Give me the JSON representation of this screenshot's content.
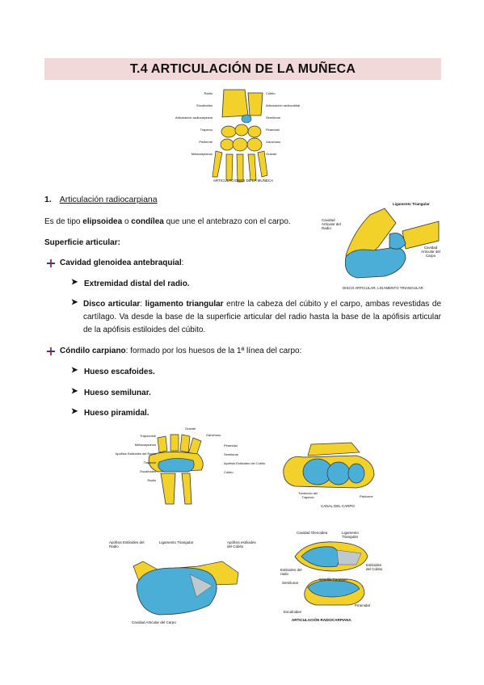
{
  "title": "T.4 ARTICULACIÓN DE LA MUÑECA",
  "figures": {
    "fig1": {
      "caption": "ARTICULACIONES DE LA MUÑECA",
      "labels_left": [
        "Radio",
        "Escafoides",
        "Articulación radiocarpiana",
        "Trapecio",
        "Pisiforme",
        "Metacarpianos"
      ],
      "labels_right": [
        "Cúbito",
        "Articulación radiocubital",
        "Semilunar",
        "Piramidal",
        "Ganchoso",
        "Grande"
      ]
    },
    "fig2": {
      "caption": "DISCO ARTICULAR, LIGAMENTO TRIANGULAR",
      "label_top": "Ligamento Triangular",
      "label_left": "Cavidad Articular del Radio",
      "label_right": "Cavidad Articular del Carpo"
    },
    "fig3": {
      "labels_left": [
        "Trapezoide",
        "Metacarpianos",
        "Apófisis Estiloides del Radio",
        "Trapecio",
        "Escafoides",
        "Radio"
      ],
      "labels_top": [
        "Grande",
        "Ganchoso"
      ],
      "labels_right": [
        "Piramidal",
        "Semilunar",
        "Apófisis Estiloides del Cúbito",
        "Cúbito"
      ]
    },
    "fig4": {
      "caption": "CANAL DEL CARPO",
      "label_left": "Tubérculo del Trapecio",
      "label_right": "Pisiforme"
    },
    "fig5": {
      "label_tl": "Apófisis Estiloides del Radio",
      "label_tc": "Ligamento Triangular",
      "label_tr": "Apófisis estiloides del Cúbito",
      "label_bottom": "Cavidad Articular del Carpo"
    },
    "fig6": {
      "caption": "ARTICULACIÓN RADIOCARPIANA",
      "label_top1": "Cavidad Glenoidea",
      "label_top2": "Ligamento Triangular",
      "label_left1": "Estiloides del radio",
      "label_right1": "Estiloides del Cúbito",
      "label_left2": "Semilunar",
      "label_center": "Cóndilo Carpiano",
      "label_right2": "Piramidal",
      "label_bl": "Escafoides"
    }
  },
  "section1": {
    "number": "1.",
    "heading": "Articulación radiocarpiana"
  },
  "intro": {
    "pre": "Es de tipo ",
    "b1": "elipsoidea",
    "mid": " o ",
    "b2": "condílea",
    "post": " que une el antebrazo con el carpo."
  },
  "superficie": "Superficie articular:",
  "cavidad": {
    "label": "Cavidad glenoidea antebraquial",
    "colon": ":"
  },
  "extremidad": "Extremidad distal del radio.",
  "disco": {
    "b1": "Disco articular",
    "t1": ": ",
    "b2": "ligamento triangular",
    "t2": " entre la cabeza del cúbito y el carpo, ambas revestidas de cartílago. Va desde la base de la superficie articular del radio hasta la base de la apófisis articular de la apófisis estiloides del cúbito."
  },
  "condilo": {
    "label": "Cóndilo carpiano",
    "rest": ": formado por los huesos de la 1ª línea del carpo:"
  },
  "huesos": [
    "Hueso escafoides.",
    "Hueso semilunar.",
    "Hueso piramidal."
  ],
  "colors": {
    "title_band": "#f2d9d9",
    "bone": "#f2d22a",
    "cartilage": "#4aaed6",
    "plus_red": "#c0392b",
    "plus_blue": "#2c3e8f"
  }
}
